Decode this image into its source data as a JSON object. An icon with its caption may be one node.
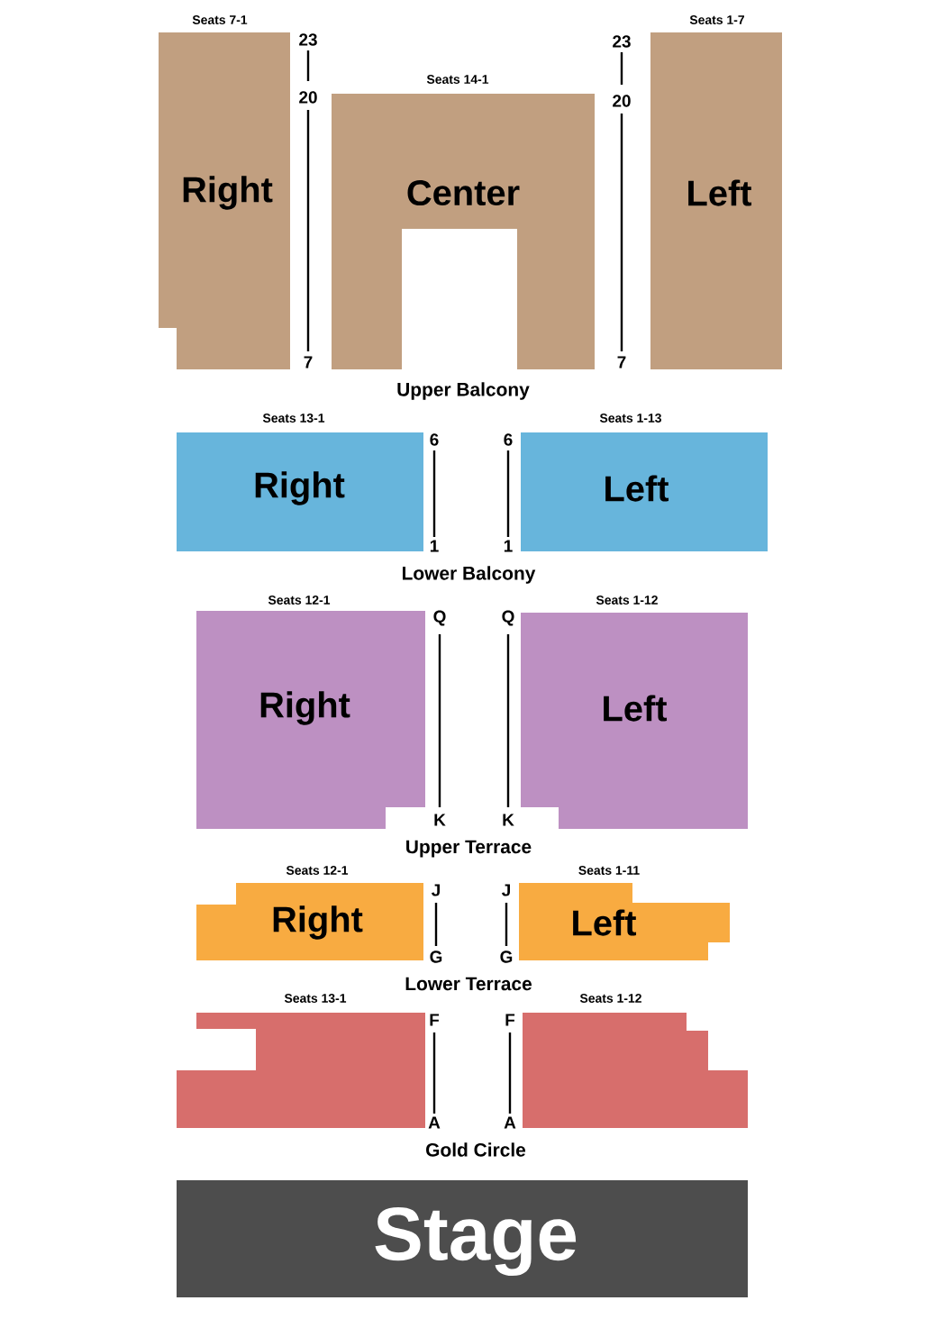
{
  "diagram": {
    "nodes": [
      {
        "text": [
          "Right"
        ],
        "beside": [
          "Seats 7-1"
        ]
      },
      {
        "text": [
          "Center"
        ],
        "beside": [
          "Seats 14-1"
        ]
      },
      {
        "text": [
          "Left"
        ],
        "beside": [
          "Seats 1-7"
        ]
      },
      {
        "text": [
          "Right"
        ],
        "beside": [
          "Seats 13-1"
        ]
      },
      {
        "text": [
          "Left"
        ],
        "beside": [
          "Seats 1-13"
        ]
      },
      {
        "text": [
          "Right"
        ],
        "beside": [
          "Seats 12-1"
        ]
      },
      {
        "text": [
          "Left"
        ],
        "beside": [
          "Seats 1-12"
        ]
      },
      {
        "text": [
          "Right"
        ],
        "beside": [
          "Seats 12-1"
        ]
      },
      {
        "text": [
          "Left"
        ],
        "beside": [
          "Seats 1-11"
        ]
      },
      {
        "text": [],
        "shape": "box",
        "beside": [
          "Seats 13-1"
        ]
      },
      {
        "text": [],
        "shape": "box",
        "beside": [
          "Seats 1-12"
        ]
      },
      {
        "text": [
          "Stage"
        ]
      }
    ],
    "labels": [
      "23",
      "23",
      "20",
      "20",
      "7",
      "7",
      "Upper Balcony",
      "6",
      "6",
      "1",
      "1",
      "Lower Balcony",
      "Q",
      "Q",
      "K",
      "K",
      "Upper Terrace",
      "J",
      "J",
      "G",
      "G",
      "Lower Terrace",
      "F",
      "F",
      "A",
      "A",
      "Gold Circle"
    ]
  }
}
